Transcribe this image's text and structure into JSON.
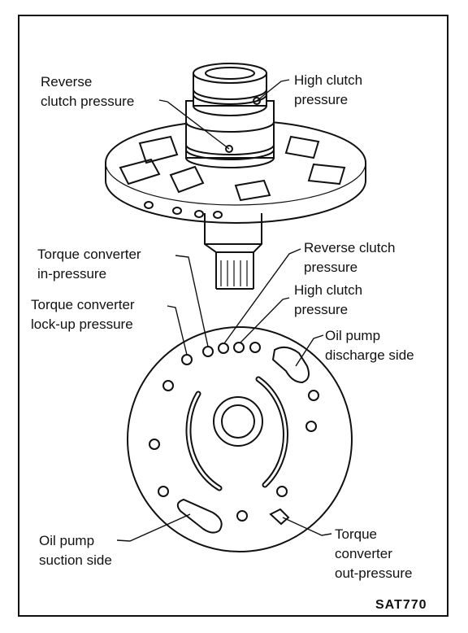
{
  "labels": {
    "reverse_clutch_top_1": "Reverse",
    "reverse_clutch_top_2": "clutch pressure",
    "high_clutch_top_1": "High clutch",
    "high_clutch_top_2": "pressure",
    "tc_in_1": "Torque converter",
    "tc_in_2": "in-pressure",
    "reverse_clutch_mid_1": "Reverse clutch",
    "reverse_clutch_mid_2": "pressure",
    "tc_lockup_1": "Torque converter",
    "tc_lockup_2": "lock-up pressure",
    "high_clutch_mid_1": "High clutch",
    "high_clutch_mid_2": "pressure",
    "oil_discharge_1": "Oil pump",
    "oil_discharge_2": "discharge side",
    "oil_suction_1": "Oil pump",
    "oil_suction_2": "suction side",
    "tc_out_1": "Torque",
    "tc_out_2": "converter",
    "tc_out_3": "out-pressure",
    "figure_code": "SAT770"
  }
}
